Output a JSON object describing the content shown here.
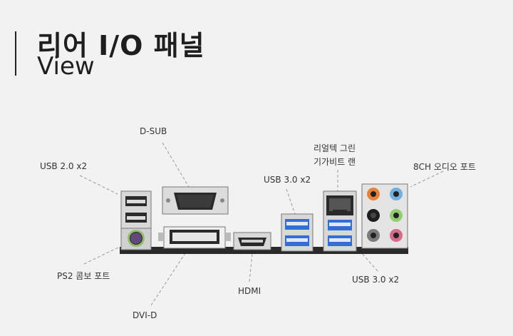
{
  "header": {
    "title": "리어 I/O 패널",
    "subtitle": "View"
  },
  "labels": {
    "dsub": "D-SUB",
    "usb2": "USB 2.0 x2",
    "usb3_top": "USB 3.0 x2",
    "lan_line1": "리얼텍 그린",
    "lan_line2": "기가비트 랜",
    "audio": "8CH 오디오 포트",
    "ps2": "PS2 콤보 포트",
    "hdmi": "HDMI",
    "usb3_bottom": "USB 3.0 x2",
    "dvi": "DVI-D"
  },
  "colors": {
    "background": "#f2f2f2",
    "accent": "#1e1e1e",
    "usb3_blue": "#2f6fd6",
    "ps2_green": "#8fbf6a",
    "audio_orange": "#e8823a",
    "audio_blue": "#6fb0e0",
    "audio_green": "#8fcf70",
    "audio_pink": "#d86a8a"
  }
}
